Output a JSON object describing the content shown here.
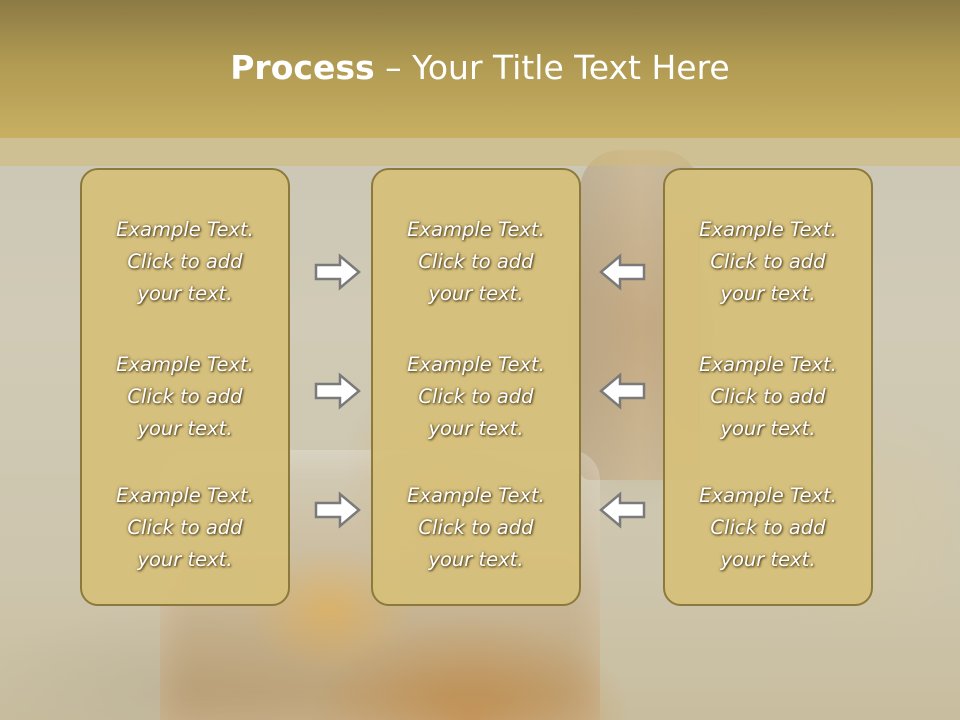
{
  "slide": {
    "title_strong": "Process",
    "title_rest": " – Your Title Text Here"
  },
  "columns": [
    {
      "items": [
        {
          "line1": "Example Text.",
          "line2": "Click  to add",
          "line3": "your text."
        },
        {
          "line1": "Example Text.",
          "line2": "Click  to add",
          "line3": "your text."
        },
        {
          "line1": "Example Text.",
          "line2": "Click  to add",
          "line3": "your text."
        }
      ]
    },
    {
      "items": [
        {
          "line1": "Example Text.",
          "line2": "Click  to add",
          "line3": "your text."
        },
        {
          "line1": "Example Text.",
          "line2": "Click  to add",
          "line3": "your text."
        },
        {
          "line1": "Example Text.",
          "line2": "Click  to add",
          "line3": "your text."
        }
      ]
    },
    {
      "items": [
        {
          "line1": "Example Text.",
          "line2": "Click  to add",
          "line3": "your text."
        },
        {
          "line1": "Example Text.",
          "line2": "Click  to add",
          "line3": "your text."
        },
        {
          "line1": "Example Text.",
          "line2": "Click  to add",
          "line3": "your text."
        }
      ]
    }
  ],
  "arrows": {
    "left_side": [
      "arrow-right-icon",
      "arrow-right-icon",
      "arrow-right-icon"
    ],
    "right_side": [
      "arrow-left-icon",
      "arrow-left-icon",
      "arrow-left-icon"
    ]
  },
  "colors": {
    "title_bar": "#b09a52",
    "box_fill": "#d6c07a",
    "box_border": "#8c7a3c",
    "arrow_fill": "#ffffff",
    "arrow_stroke": "#7a7a7a"
  }
}
